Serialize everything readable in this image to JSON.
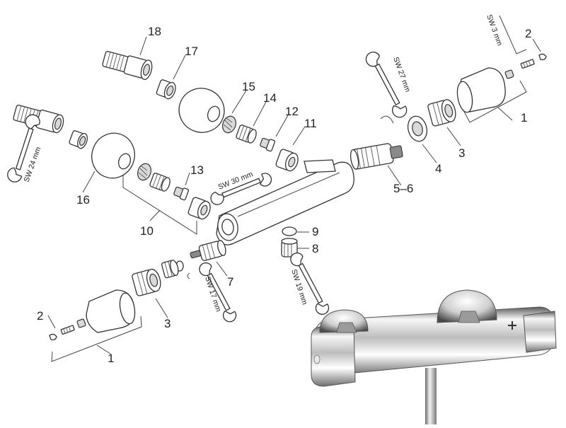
{
  "diagram": {
    "part_numbers": {
      "p1_right": "1",
      "p1_left": "1",
      "p2_right": "2",
      "p2_left": "2",
      "p3_right": "3",
      "p3_left": "3",
      "p4": "4",
      "p56": "5–6",
      "p7": "7",
      "p8": "8",
      "p9": "9",
      "p10": "10",
      "p11": "11",
      "p12": "12",
      "p13": "13",
      "p14": "14",
      "p15": "15",
      "p16": "16",
      "p17": "17",
      "p18": "18"
    },
    "wrench_sizes": {
      "sw3": "SW 3 mm",
      "sw27": "SW 27 mm",
      "sw24": "SW 24 mm",
      "sw30": "SW 30 mm",
      "sw17": "SW 17 mm",
      "sw19": "SW 19 mm"
    }
  },
  "colors": {
    "line": "#333333",
    "chrome_light": "#f4f4f4",
    "chrome_dark": "#7a7a7a"
  }
}
